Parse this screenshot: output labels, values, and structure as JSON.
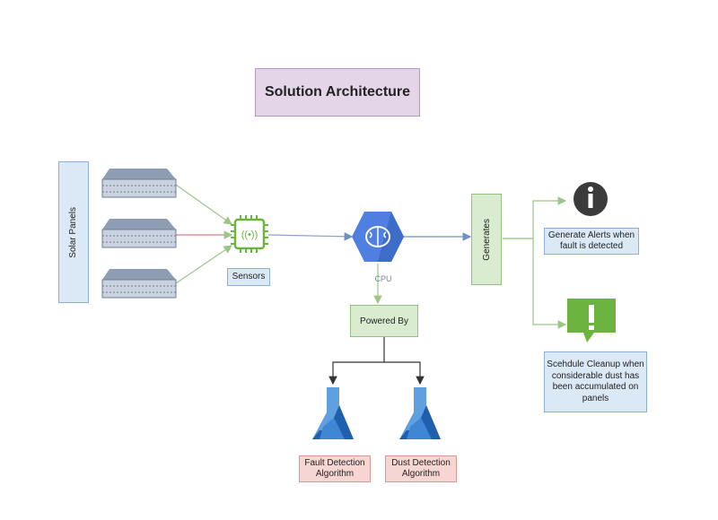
{
  "title": "Solution Architecture",
  "nodes": {
    "solar_panels": "Solar Panels",
    "sensors": "Sensors",
    "cpu": "CPU",
    "generates": "Generates",
    "powered_by": "Powered By",
    "alerts": "Generate Alerts when fault is detected",
    "cleanup": "Scehdule Cleanup when considerable dust has been accumulated on panels",
    "fault_algo": "Fault Detection Algorithm",
    "dust_algo": "Dust Detection Algorithm"
  },
  "icons": {
    "solar_panel": "solar-panel-icon",
    "sensor": "chip-sensor-icon",
    "cpu": "brain-hexagon-icon",
    "info": "info-icon",
    "alert": "exclamation-speech-icon",
    "algorithm": "azure-ml-icon"
  },
  "colors": {
    "title_fill": "#e4d5e8",
    "blue_fill": "#dbe8f6",
    "green_fill": "#d9ecd0",
    "red_fill": "#f6d6d3",
    "cpu_blue": "#4f7fe0",
    "alert_green": "#6cb33f",
    "info_dark": "#3b3b3b"
  }
}
